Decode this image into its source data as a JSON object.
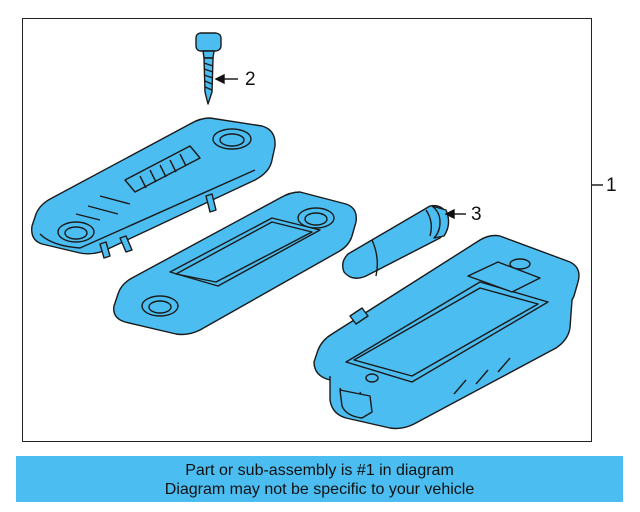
{
  "diagram": {
    "callouts": [
      {
        "id": "1",
        "label": "1",
        "part": "license-lamp-assembly"
      },
      {
        "id": "2",
        "label": "2",
        "part": "screw"
      },
      {
        "id": "3",
        "label": "3",
        "part": "bulb"
      }
    ],
    "colors": {
      "part_fill": "#4cbdf0",
      "part_stroke": "#1a1a1a",
      "frame": "#222222"
    }
  },
  "footer": {
    "line1": "Part or sub-assembly is #1 in diagram",
    "line2": "Diagram may not be specific to your vehicle",
    "background": "#4cbdf0"
  }
}
